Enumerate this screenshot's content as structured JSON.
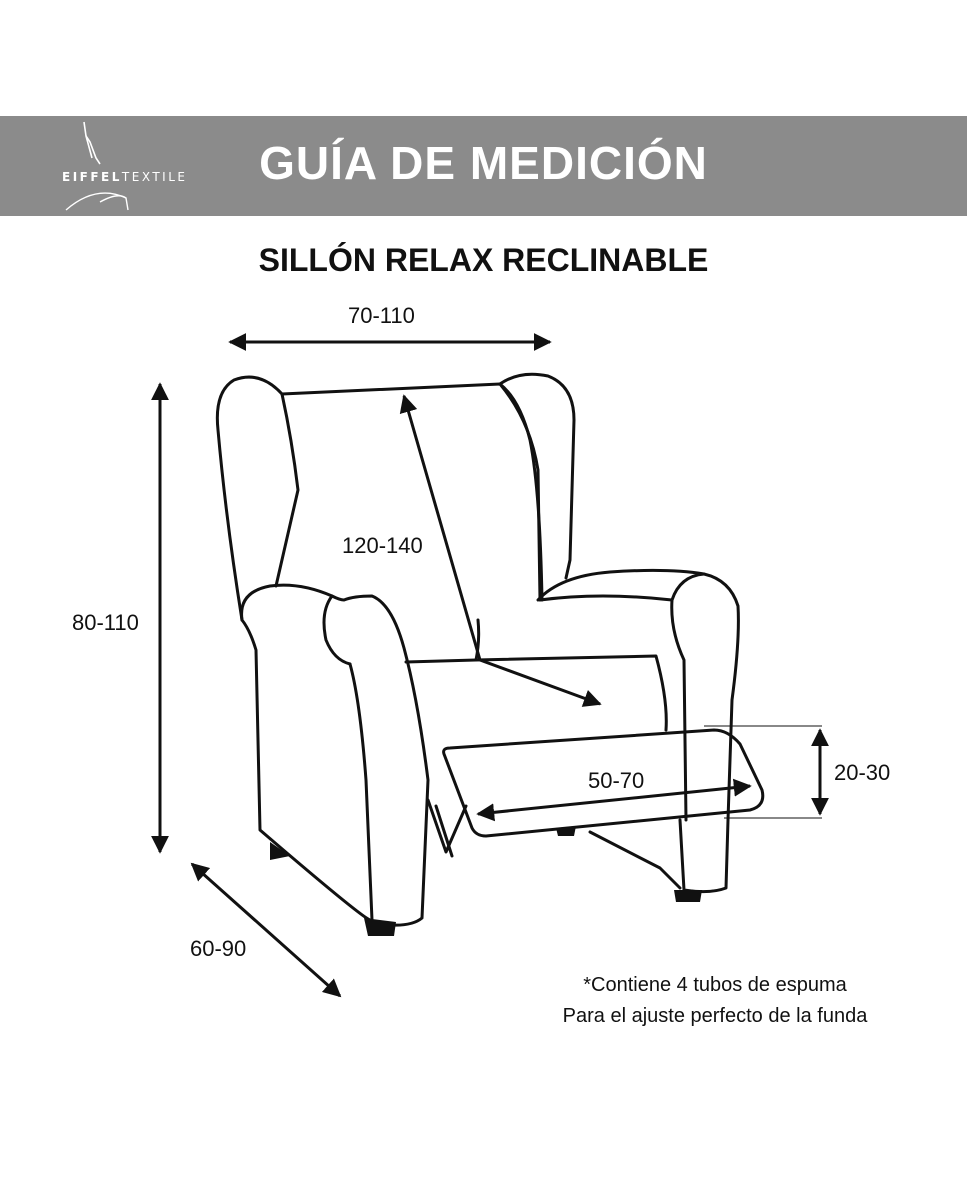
{
  "brand": {
    "name_bold": "EIFFEL",
    "name_light": "TEXTILE"
  },
  "header": {
    "title": "GUÍA DE MEDICIÓN"
  },
  "product": {
    "name": "SILLÓN RELAX RECLINABLE"
  },
  "dimensions": {
    "width": "70-110",
    "height": "80-110",
    "depth": "60-90",
    "seat_depth": "120-140",
    "footrest_length": "50-70",
    "footrest_height": "20-30"
  },
  "note": {
    "line1": "*Contiene 4 tubos de espuma",
    "line2": "Para el ajuste perfecto de la funda"
  },
  "colors": {
    "banner": "#8b8b8b",
    "outline": "#111111"
  }
}
